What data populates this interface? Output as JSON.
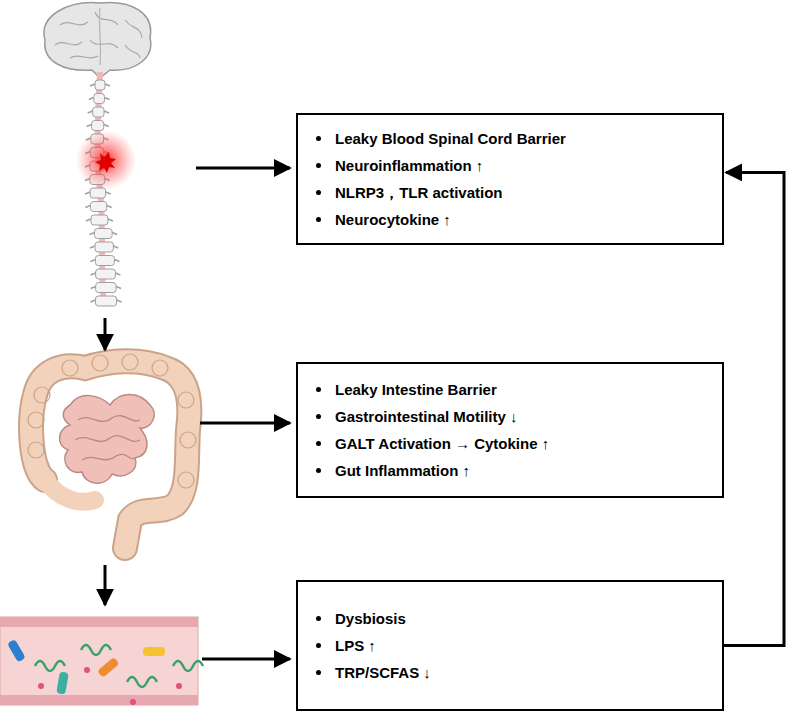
{
  "diagram": {
    "nodes": [
      {
        "text": [
          "Leaky Blood Spinal Cord Barrier",
          "Neuroinflammation ↑",
          "NLRP3，TLR activation",
          "Neurocytokine ↑"
        ]
      },
      {
        "text": [
          "Leaky Intestine Barrier",
          "Gastrointestinal Motility ↓",
          "GALT Activation → Cytokine ↑",
          "Gut Inflammation ↑"
        ]
      },
      {
        "text": [
          "Dysbiosis",
          "LPS ↑",
          "TRP/SCFAS ↓"
        ]
      }
    ],
    "edges": [
      {
        "from": 2,
        "to": 0,
        "arrow": "to"
      }
    ]
  }
}
